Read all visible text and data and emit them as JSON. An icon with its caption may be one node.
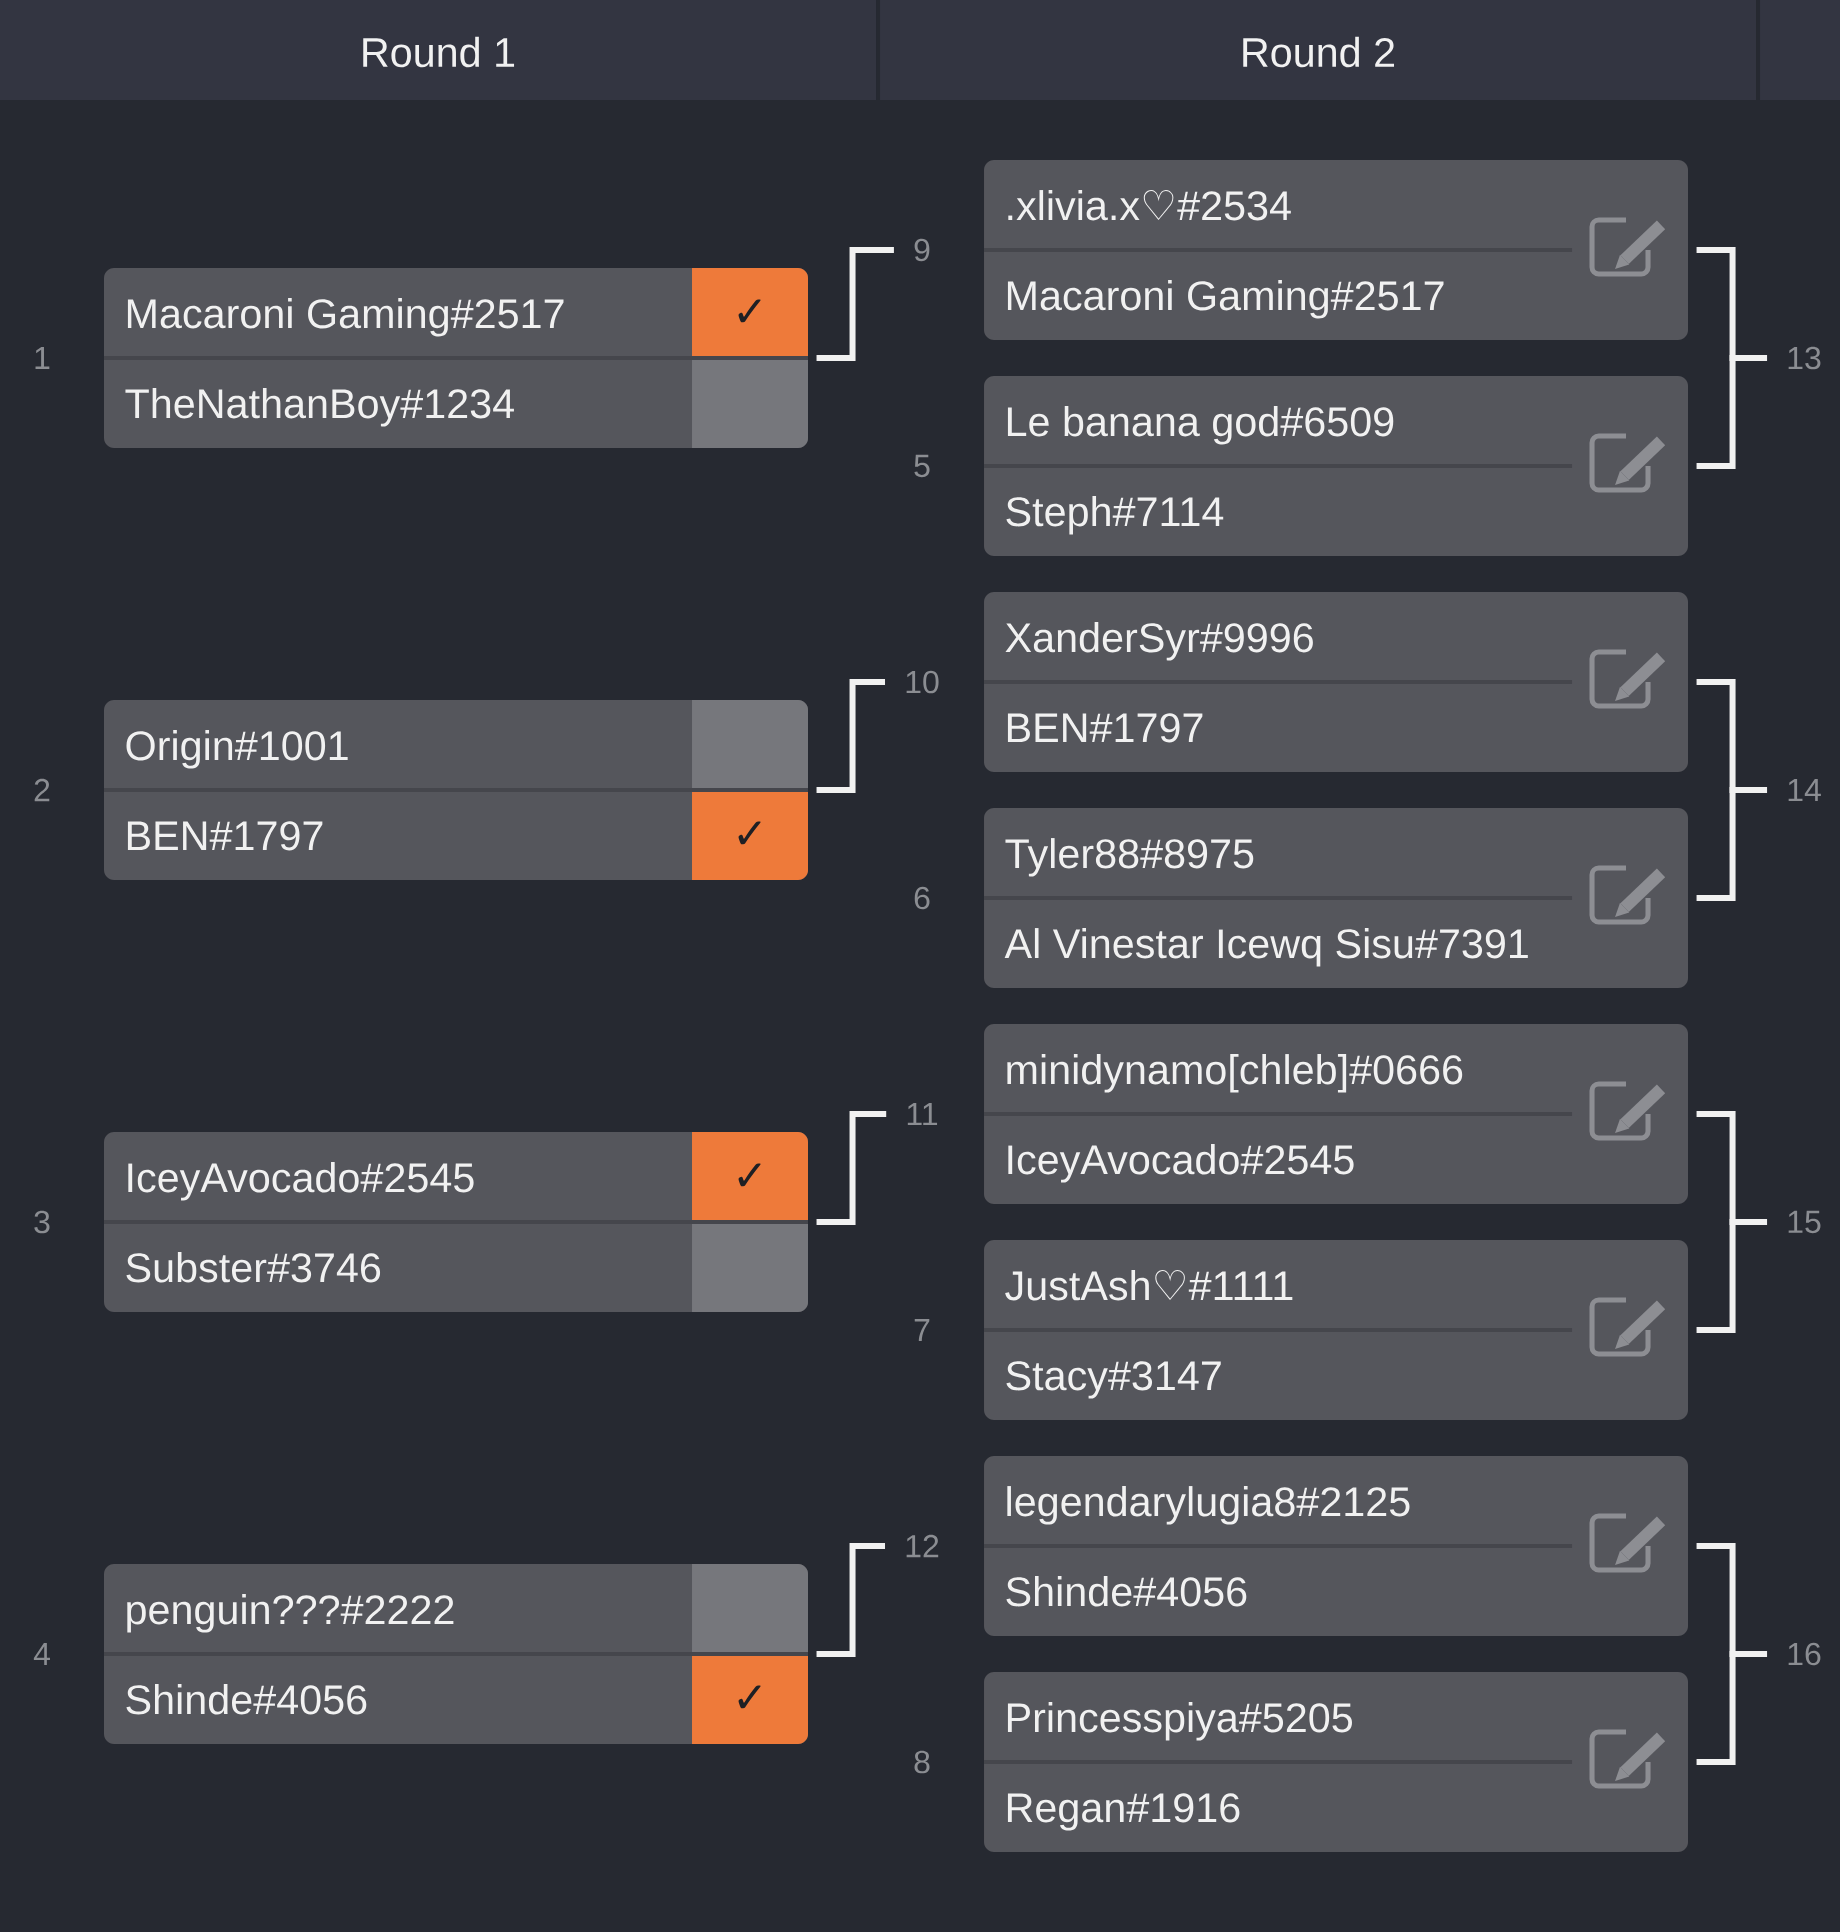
{
  "diagram": {
    "nodes": [
      {
        "text": [
          "Macaroni Gaming#2517",
          "TheNathanBoy#1234"
        ],
        "beside": [
          "1"
        ]
      },
      {
        "text": [
          "✓"
        ],
        "in": 0
      },
      {
        "text": [],
        "shape": "box",
        "in": 0
      },
      {
        "text": [
          "Origin#1001",
          "BEN#1797"
        ],
        "beside": [
          "2"
        ]
      },
      {
        "text": [],
        "shape": "box",
        "in": 3
      },
      {
        "text": [
          "✓"
        ],
        "in": 3
      },
      {
        "text": [
          "IceyAvocado#2545",
          "Subster#3746"
        ],
        "beside": [
          "3"
        ]
      },
      {
        "text": [
          "✓"
        ],
        "in": 6
      },
      {
        "text": [],
        "shape": "box",
        "in": 6
      },
      {
        "text": [
          "penguin???#2222",
          "Shinde#4056"
        ],
        "beside": [
          "4"
        ]
      },
      {
        "text": [],
        "shape": "box",
        "in": 9
      },
      {
        "text": [
          "✓"
        ],
        "in": 9
      },
      {
        "text": [
          "9"
        ]
      },
      {
        "text": [
          ".xlivia.x♡#2534",
          "Macaroni Gaming#2517"
        ]
      },
      {
        "text": [
          "Le banana god#6509",
          "Steph#7114"
        ],
        "beside": [
          "5"
        ]
      },
      {
        "text": [
          "13"
        ]
      },
      {
        "text": [
          "10"
        ]
      },
      {
        "text": [
          "XanderSyr#9996",
          "BEN#1797"
        ]
      },
      {
        "text": [
          "Tyler88#8975",
          "Al Vinestar Icewq Sisu#7391"
        ],
        "beside": [
          "6"
        ]
      },
      {
        "text": [
          "14"
        ]
      },
      {
        "text": [
          "11"
        ]
      },
      {
        "text": [
          "minidynamo[chleb]#0666",
          "IceyAvocado#2545"
        ]
      },
      {
        "text": [
          "JustAsh♡#1111",
          "Stacy#3147"
        ],
        "beside": [
          "7"
        ]
      },
      {
        "text": [
          "15"
        ]
      },
      {
        "text": [
          "12"
        ]
      },
      {
        "text": [
          "legendarylugia8#2125",
          "Shinde#4056"
        ]
      },
      {
        "text": [
          "Princesspiya#5205",
          "Regan#1916"
        ],
        "beside": [
          "8"
        ]
      },
      {
        "text": [
          "16"
        ]
      }
    ],
    "edges": [
      {
        "from": 0,
        "to": 12,
        "arrow": "none"
      },
      {
        "from": 13,
        "to": 15,
        "arrow": "none"
      },
      {
        "from": 14,
        "to": 15,
        "arrow": "none"
      },
      {
        "from": 3,
        "to": 16,
        "arrow": "none"
      },
      {
        "from": 17,
        "to": 19,
        "arrow": "none"
      },
      {
        "from": 18,
        "to": 19,
        "arrow": "none"
      },
      {
        "from": 6,
        "to": 20,
        "arrow": "none"
      },
      {
        "from": 21,
        "to": 23,
        "arrow": "none"
      },
      {
        "from": 22,
        "to": 23,
        "arrow": "none"
      },
      {
        "from": 9,
        "to": 24,
        "arrow": "none"
      },
      {
        "from": 25,
        "to": 27,
        "arrow": "none"
      },
      {
        "from": 26,
        "to": 27,
        "arrow": "none"
      }
    ],
    "labels": [
      "Round 1",
      "Round 2"
    ]
  }
}
